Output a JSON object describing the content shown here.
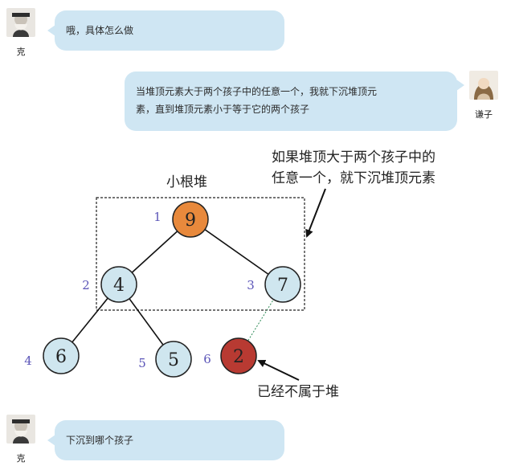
{
  "messages": [
    {
      "sender": "克",
      "text": "哦，具体怎么做",
      "side": "left"
    },
    {
      "sender": "谦子",
      "text_lines": [
        "当堆顶元素大于两个孩子中的任意一个，我就下沉堆顶元",
        "素，直到堆顶元素小于等于它的两个孩子"
      ],
      "side": "right"
    },
    {
      "sender": "克",
      "text": "下沉到哪个孩子",
      "side": "left"
    }
  ],
  "diagram": {
    "box_label": "小根堆",
    "annotation_top_lines": [
      "如果堆顶大于两个孩子中的",
      "任意一个，就下沉堆顶元素"
    ],
    "annotation_bottom": "已经不属于堆",
    "nodes": [
      {
        "index": "1",
        "value": "9",
        "color": "#e8893c"
      },
      {
        "index": "2",
        "value": "4",
        "color": "#cfe6ef"
      },
      {
        "index": "3",
        "value": "7",
        "color": "#cfe6ef"
      },
      {
        "index": "4",
        "value": "6",
        "color": "#cfe6ef"
      },
      {
        "index": "5",
        "value": "5",
        "color": "#cfe6ef"
      },
      {
        "index": "6",
        "value": "2",
        "color": "#b83a32"
      }
    ]
  },
  "icons": {
    "avatar_left": "old-man-avatar-icon",
    "avatar_right": "woman-avatar-icon"
  }
}
